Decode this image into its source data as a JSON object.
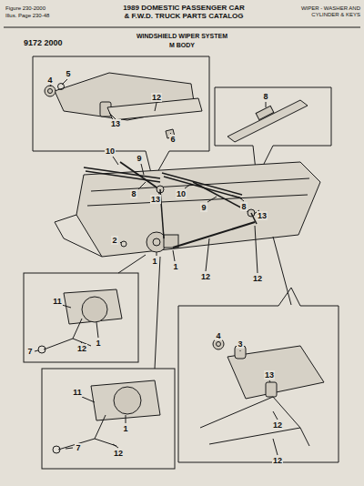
{
  "diagram": {
    "title": "1989 DOMESTIC PASSENGER CAR & F.W.D. TRUCK PARTS CATALOG",
    "labels": [
      "Figure 230-2000",
      "Illus. Page 230-48",
      "WIPER - WASHER AND CYLINDER & KEYS",
      "9172 2000",
      "WINDSHIELD WIPER SYSTEM",
      "M BODY",
      "5",
      "4",
      "12",
      "13",
      "6",
      "8",
      "10",
      "9",
      "8",
      "13",
      "10",
      "9",
      "8",
      "13",
      "2",
      "1",
      "1",
      "12",
      "12",
      "11",
      "1",
      "7",
      "12",
      "11",
      "1",
      "7",
      "12",
      "4",
      "3",
      "13",
      "12",
      "12"
    ]
  }
}
